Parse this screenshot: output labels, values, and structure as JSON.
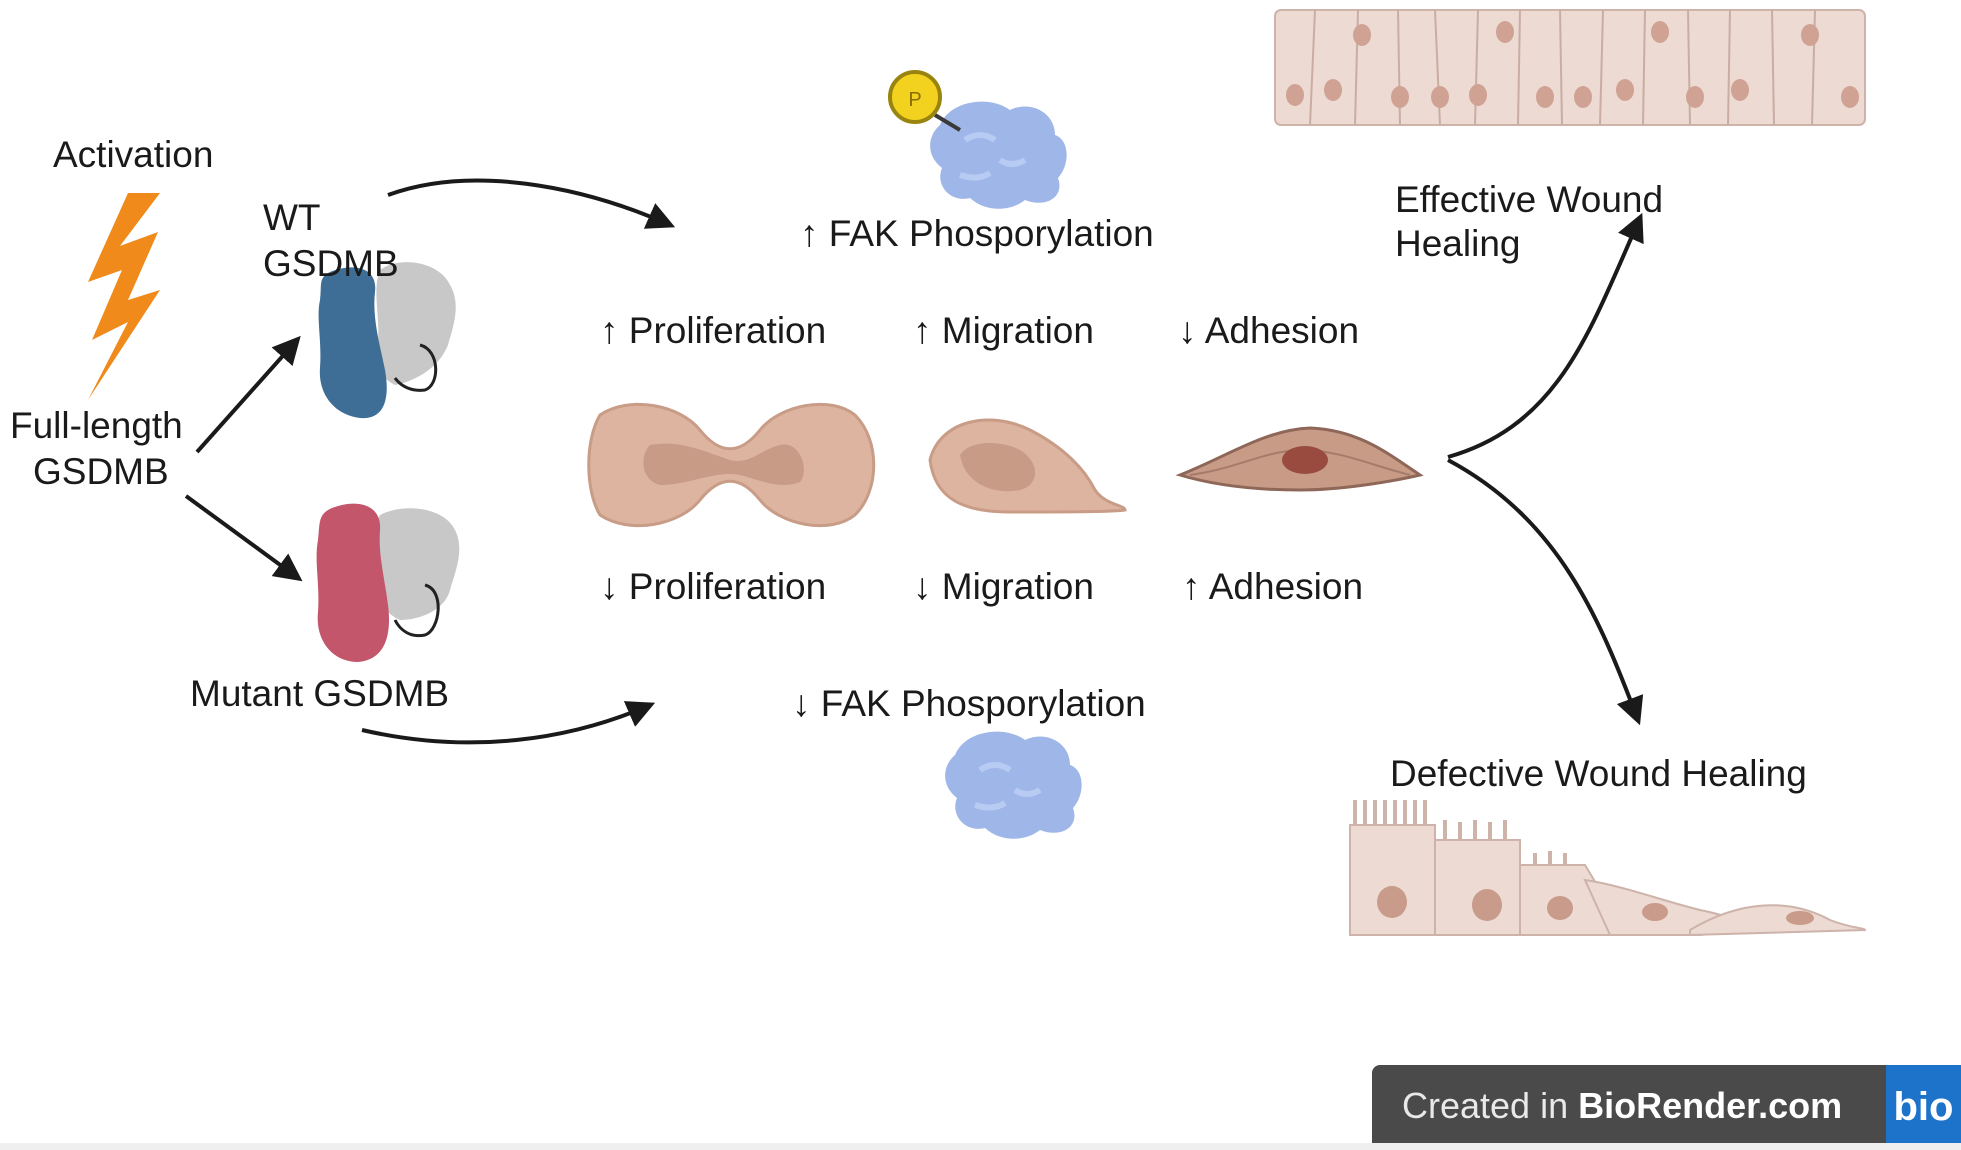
{
  "labels": {
    "activation": "Activation",
    "wt_line1": "WT",
    "wt_line2": "GSDMB",
    "full_length_line1": "Full-length",
    "full_length_line2": "GSDMB",
    "mutant": "Mutant GSDMB",
    "fak_up": "↑ FAK Phosporylation",
    "fak_down": "↓ FAK Phosporylation",
    "prolif_up": "↑ Proliferation",
    "migration_up": "↑ Migration",
    "adhesion_down": "↓ Adhesion",
    "prolif_down": "↓ Proliferation",
    "migration_down": "↓ Migration",
    "adhesion_up": "↑ Adhesion",
    "effective_line1": "Effective Wound",
    "effective_line2": "Healing",
    "defective": "Defective Wound Healing",
    "phospho_p": "P"
  },
  "badge": {
    "prefix": "Created in ",
    "brand": "BioRender.com",
    "logo": "bio"
  },
  "colors": {
    "lightning": "#ef8a1b",
    "wt_protein": "#3e6e96",
    "mutant_protein": "#c4566c",
    "partner_protein": "#c8c8c8",
    "fak_protein": "#9fb6e9",
    "phospho": "#f2d21e",
    "cell_fill": "#dcb4a0",
    "epithelium": "#ecdad3"
  }
}
